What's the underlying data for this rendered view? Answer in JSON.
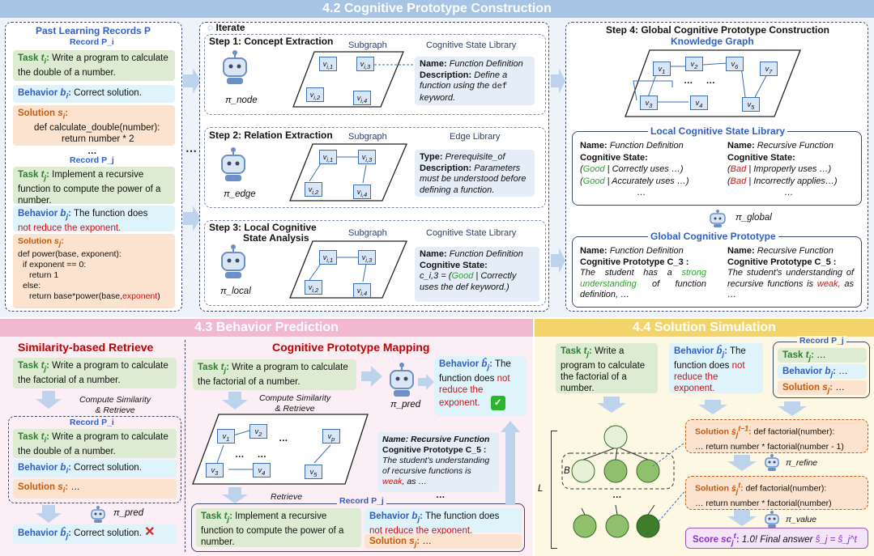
{
  "s42": {
    "title": "4.2 Cognitive Prototype Construction",
    "past": "Past Learning Records P",
    "record_i": "Record P_i",
    "task_i": "Write a program to calculate the double of a number.",
    "beh_i": "Correct solution.",
    "sol_i_1": "def calculate_double(number):",
    "sol_i_2": "return number * 2",
    "record_j": "Record P_j",
    "task_j": "Implement a recursive function to compute the power of a number.",
    "beh_j_1": "The function does",
    "beh_j_2": "not reduce the exponent.",
    "sol_j_1": "def power(base, exponent):",
    "sol_j_2": "if exponent == 0:",
    "sol_j_3": "return 1",
    "sol_j_4": "else:",
    "sol_j_5": "return base*power(base,",
    "sol_j_6": "exponent",
    "sol_j_7": ")",
    "iterate": "Iterate",
    "step1": "Step 1: Concept Extraction",
    "subgraph": "Subgraph",
    "csl": "Cognitive State Library",
    "s1_name": "Function Definition",
    "s1_desc": "Define a function using the",
    "s1_def": "def",
    "s1_kw": "keyword.",
    "step2": "Step 2: Relation Extraction",
    "edge_lib": "Edge Library",
    "s2_type": "Prerequisite_of",
    "s2_desc": "Parameters must be understood before defining a function.",
    "step3a": "Step 3: Local Cognitive",
    "step3b": "State Analysis",
    "s3_name": "Function Definition",
    "s3_cs_a": "c_i,3 = (",
    "s3_good": "Good",
    "s3_cs_b": "| Correctly uses the def keyword.)",
    "step4": "Step 4: Global Cognitive Prototype Construction",
    "kg": "Knowledge Graph",
    "local_lib": "Local Cognitive State Library",
    "l_name1": "Function Definition",
    "l_good1": "Good",
    "l_t1": "| Correctly uses …)",
    "l_good2": "Good",
    "l_t2": "| Accurately uses …)",
    "l_name2": "Recursive Function",
    "l_bad1": "Bad",
    "l_t3": "| Improperly uses …)",
    "l_bad2": "Bad",
    "l_t4": "| Incorrectly applies…)",
    "pi_global": "π_global",
    "gcp": "Global Cognitive Prototype",
    "g_name1": "Function Definition",
    "g_cp1": "Cognitive Prototype C_3 :",
    "g_t1a": "The student has a",
    "g_t1b": "strong understanding",
    "g_t1c": "of function definition, …",
    "g_name2": "Recursive Function",
    "g_cp2": "Cognitive Prototype C_5 :",
    "g_t2a": "The student's understanding of recursive functions is",
    "g_t2b": "weak,",
    "g_t2c": "as …",
    "pi_node": "π_node",
    "pi_edge": "π_edge",
    "pi_local": "π_local",
    "dots": "…",
    "ellipsis3": "…"
  },
  "s43": {
    "title": "4.3 Behavior Prediction",
    "sim": "Similarity-based Retrieve",
    "task_f": "Write a program to calculate the factorial of a number.",
    "cs": "Compute Similarity",
    "retr": "& Retrieve",
    "rec_i": "Record P_i",
    "task_i": "Write a program to calculate the double of a number.",
    "beh_i": "Correct solution.",
    "sol_i": "…",
    "pi_pred": "π_pred",
    "pred": "Correct solution.",
    "cpm": "Cognitive Prototype Mapping",
    "retrieve": "Retrieve",
    "rec_j": "Record P_j",
    "task_j": "Implement a recursive function to compute the power of a number.",
    "beh_j_a": "The function does",
    "beh_j_b": "not reduce the exponent.",
    "sol_j": "…",
    "out_a": "The function does",
    "out_not": "not",
    "out_b": "reduce the exponent.",
    "rf": "Name: Recursive Function",
    "cp5": "Cognitive Prototype C_5 :",
    "rf_t1": "The student's understanding of recursive functions is",
    "rf_weak": "weak",
    "rf_t2": ", as …"
  },
  "s44": {
    "title": "4.4 Solution Simulation",
    "task_f": "Write a program to calculate the factorial of a number.",
    "beh_a": "The function does",
    "beh_not": "not",
    "beh_b": "reduce the exponent.",
    "rec_j": "Record P_j",
    "rt": "…",
    "rb": "…",
    "rs": "…",
    "sol_prev": "def factorial(number):",
    "sol_prev2": "… return number * factorial(number - 1)",
    "pi_refine": "π_refine",
    "sol_t": "def factorial(number):",
    "sol_t2": "… return number * factorial(number)",
    "pi_value": "π_value",
    "score_a": "1.0! Final answer",
    "score_b": "ŝ_j = ŝ_j^t",
    "L": "L",
    "B": "B"
  },
  "colors": {
    "blue_hdr": "#a8c4e4",
    "pink_hdr": "#f2b8cf",
    "yellow_hdr": "#f3d46a"
  }
}
